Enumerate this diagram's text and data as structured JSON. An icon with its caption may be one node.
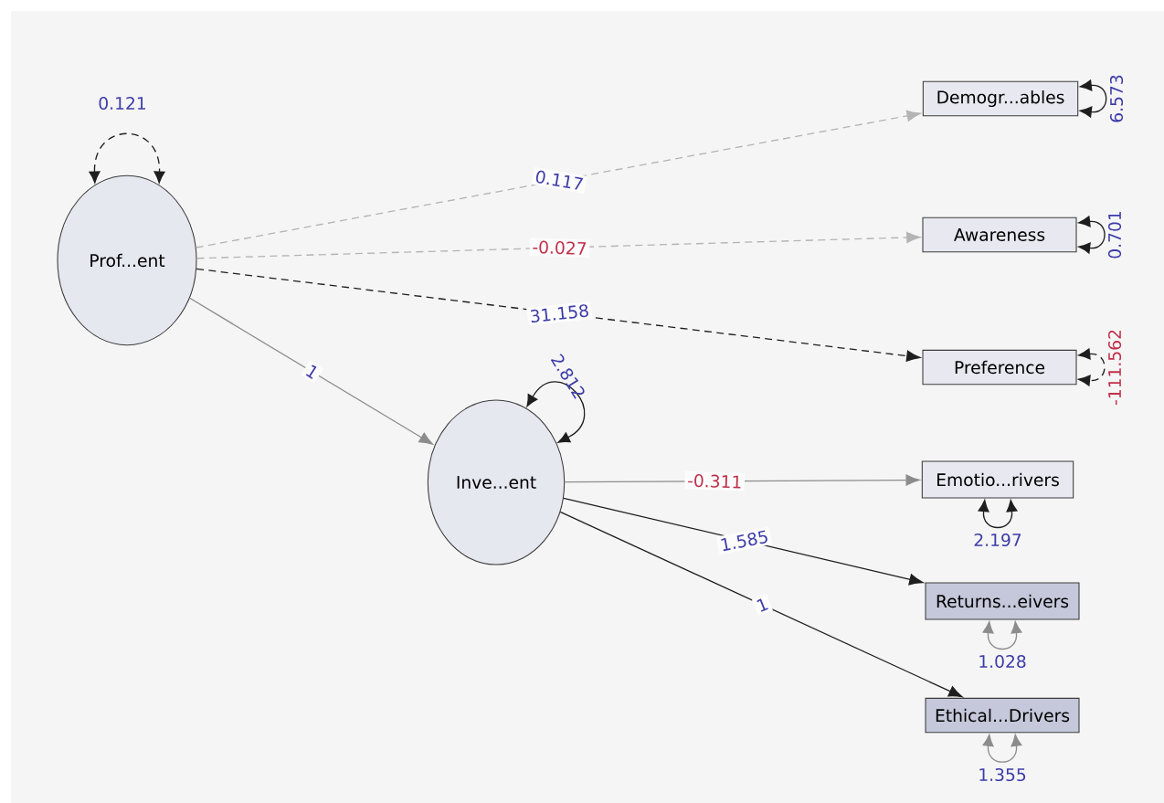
{
  "diagram": {
    "nodes": [
      {
        "text": [
          "Prof...ent"
        ]
      },
      {
        "text": [
          "Inve...ent"
        ]
      },
      {
        "text": [
          "Demogr...ables"
        ]
      },
      {
        "text": [
          "Awareness"
        ]
      },
      {
        "text": [
          "Preference"
        ]
      },
      {
        "text": [
          "Emotio...rivers"
        ]
      },
      {
        "text": [
          "Returns...eivers"
        ]
      },
      {
        "text": [
          "Ethical...Drivers"
        ]
      }
    ],
    "edges": [
      {
        "from": 0,
        "to": 2,
        "arrow": "to",
        "label": "0.117",
        "style": "dashed",
        "color": "#b4b4b4"
      },
      {
        "from": 0,
        "to": 3,
        "arrow": "to",
        "label": "-0.027",
        "style": "dashed",
        "color": "#b4b4b4"
      },
      {
        "from": 0,
        "to": 4,
        "arrow": "to",
        "label": "31.158",
        "style": "dashed"
      },
      {
        "from": 0,
        "to": 1,
        "arrow": "to",
        "label": "1",
        "color": "#8c8c8c"
      },
      {
        "from": 1,
        "to": 5,
        "arrow": "to",
        "label": "-0.311",
        "color": "#8c8c8c"
      },
      {
        "from": 1,
        "to": 6,
        "arrow": "to",
        "label": "1.585"
      },
      {
        "from": 1,
        "to": 7,
        "arrow": "to",
        "label": "1"
      },
      {
        "from": 0,
        "to": 0,
        "arrow": "both",
        "label": "0.121",
        "style": "dashed"
      },
      {
        "from": 1,
        "to": 1,
        "arrow": "both",
        "label": "2.812"
      },
      {
        "from": 2,
        "to": 2,
        "arrow": "both",
        "label": "6.573"
      },
      {
        "from": 3,
        "to": 3,
        "arrow": "both",
        "label": "0.701"
      },
      {
        "from": 4,
        "to": 4,
        "arrow": "both",
        "label": "-111.562",
        "style": "dashed"
      },
      {
        "from": 5,
        "to": 5,
        "arrow": "both",
        "label": "2.197"
      },
      {
        "from": 6,
        "to": 6,
        "arrow": "both",
        "label": "1.028",
        "color": "#8c8c8c"
      },
      {
        "from": 7,
        "to": 7,
        "arrow": "both",
        "label": "1.355",
        "color": "#8c8c8c"
      }
    ]
  }
}
